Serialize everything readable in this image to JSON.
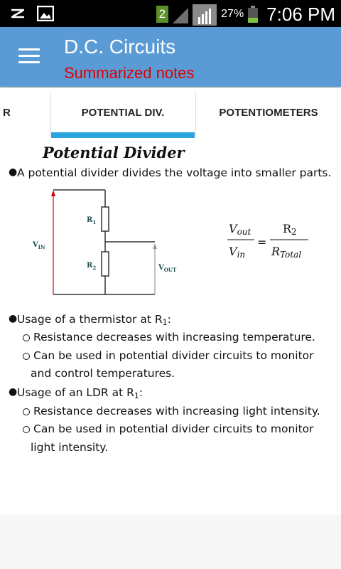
{
  "status_bar": {
    "notification_badge": "2",
    "battery_percent": "27%",
    "time": "7:06 PM"
  },
  "app_bar": {
    "title": "D.C. Circuits",
    "subtitle": "Summarized notes",
    "colors": {
      "bar": "#5b9bd5",
      "subtitle": "#e00000"
    }
  },
  "tabs": {
    "items": [
      {
        "label": "R"
      },
      {
        "label": "POTENTIAL DIV."
      },
      {
        "label": "POTENTIOMETERS"
      }
    ],
    "active_index": 1,
    "indicator_color": "#2aa4dc"
  },
  "content": {
    "heading": "Potential Divider",
    "intro": "A potential divider divides the voltage into smaller parts.",
    "diagram": {
      "r1": "R",
      "r1_sub": "1",
      "r2": "R",
      "r2_sub": "2",
      "vin": "V",
      "vin_sub": "IN",
      "vout": "V",
      "vout_sub": "OUT"
    },
    "formula": {
      "left_num": "V",
      "left_num_sub": "out",
      "left_den": "V",
      "left_den_sub": "in",
      "equals": "=",
      "right_num": "R",
      "right_num_sub": "2",
      "right_den": "R",
      "right_den_sub": "Total"
    },
    "thermistor": {
      "title": "Usage of a thermistor at R",
      "title_sub": "1",
      "title_end": ":",
      "point1": "Resistance decreases with increasing temperature.",
      "point2a": "Can be used in potential divider circuits to monitor",
      "point2b": "and control temperatures."
    },
    "ldr": {
      "title": "Usage of an LDR at R",
      "title_sub": "1",
      "title_end": ":",
      "point1": "Resistance decreases with increasing light intensity.",
      "point2a": "Can be used in potential divider circuits to monitor",
      "point2b": "light intensity."
    }
  }
}
